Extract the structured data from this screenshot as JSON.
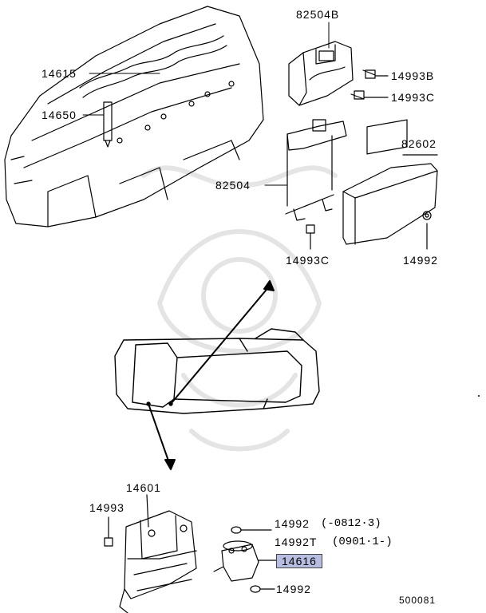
{
  "diagram": {
    "labels": {
      "p82504B": "82504B",
      "p14615": "14615",
      "p14993B": "14993B",
      "p14993C_top": "14993C",
      "p14650": "14650",
      "p82602": "82602",
      "p82504": "82504",
      "p14993C_mid": "14993C",
      "p14992_right": "14992",
      "p14601": "14601",
      "p14993": "14993",
      "p14992_a": "14992",
      "p14992_a_range": "(-0812·3)",
      "p14992T": "14992T",
      "p14992T_range": "(0901·1-)",
      "p14616": "14616",
      "p14992_b": "14992",
      "drawing_no": "500081"
    },
    "highlight_color": "#b7bde0"
  }
}
